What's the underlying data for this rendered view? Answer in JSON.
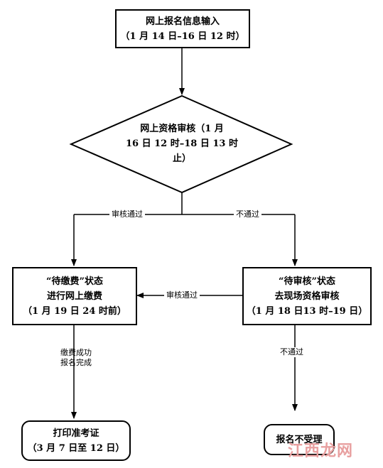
{
  "nodes": {
    "start": {
      "line1": "网上报名信息输入",
      "line2": "（1 月 14 日–16 日 12 时）"
    },
    "review": {
      "line1": "网上资格审核（1 月",
      "line2": "16 日 12 时–18 日 13 时",
      "line3": "止）"
    },
    "pay": {
      "line1": "“待缴费”状态",
      "line2": "进行网上缴费",
      "line3": "（1 月 19 日 24 时前）"
    },
    "onsite": {
      "line1": "“待审核”状态",
      "line2": "去现场资格审核",
      "line3": "（1 月 18 日13 时–19 日）"
    },
    "print": {
      "line1": "打印准考证",
      "line2": "（3 月 7 日至 12 日）"
    },
    "reject": {
      "line1": "报名不受理"
    }
  },
  "edges": {
    "pass_label": "审核通过",
    "fail_label": "不通过",
    "onsite_pass_label": "审核通过",
    "paid_label_1": "缴费成功",
    "paid_label_2": "报名完成",
    "onsite_fail_label": "不通过"
  },
  "watermark": "江西龙网"
}
